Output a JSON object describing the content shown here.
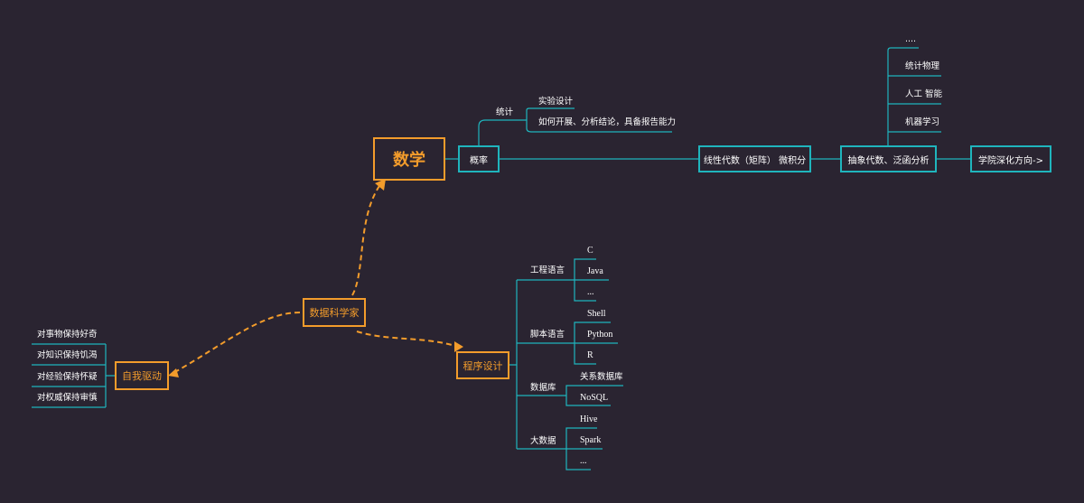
{
  "mindmap": {
    "root": "数据科学家",
    "drive": {
      "label": "自我驱动",
      "items": [
        "对事物保持好奇",
        "对知识保持饥渴",
        "对经验保持怀疑",
        "对权威保持审慎"
      ]
    },
    "math": {
      "label": "数学",
      "probability": "概率",
      "stats": {
        "label": "统计",
        "items": [
          "实验设计",
          "如何开展、分析结论，具备报告能力"
        ]
      },
      "linear": "线性代数（矩阵） 微积分",
      "abstract": {
        "label": "抽象代数、泛函分析",
        "items": [
          "....",
          "统计物理",
          "人工 智能",
          "机器学习"
        ]
      },
      "academy": "学院深化方向->"
    },
    "programming": {
      "label": "程序设计",
      "groups": [
        {
          "label": "工程语言",
          "items": [
            "C",
            "Java",
            "..."
          ]
        },
        {
          "label": "脚本语言",
          "items": [
            "Shell",
            "Python",
            "R"
          ]
        },
        {
          "label": "数据库",
          "items": [
            "关系数据库",
            "NoSQL"
          ]
        },
        {
          "label": "大数据",
          "items": [
            "Hive",
            "Spark",
            "..."
          ]
        }
      ]
    }
  },
  "colors": {
    "background": "#2a2431",
    "accent": "#f39c2b",
    "line": "#1fb5bd",
    "text": "#ffffff"
  }
}
